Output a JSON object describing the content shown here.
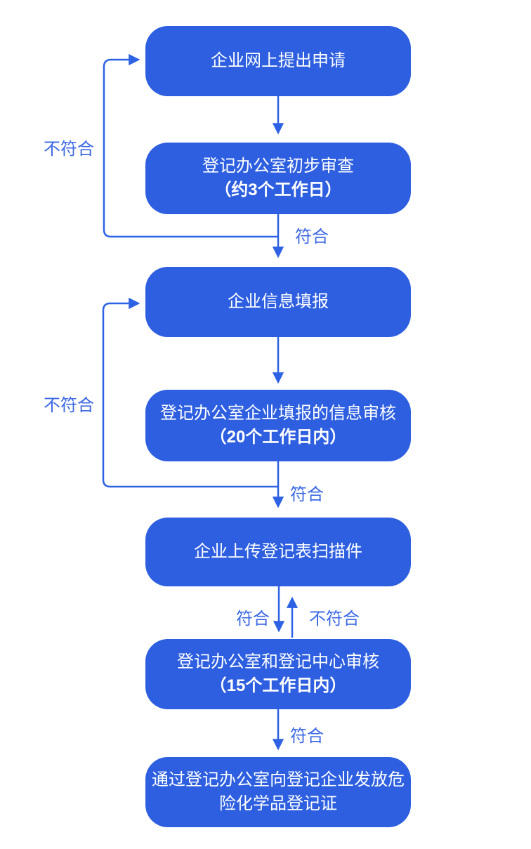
{
  "diagram": {
    "type": "flowchart",
    "direction": "top-down",
    "node_fill": "#2d5fe0",
    "node_text_color": "#ffffff",
    "connector_color": "#2e62e4",
    "label_color": "#3c69e4",
    "background_color": "#ffffff",
    "nodes": [
      {
        "id": "apply",
        "text": "企业网上提出申请"
      },
      {
        "id": "preliminary-review",
        "text": "登记办公室初步审查",
        "subtext": "（约3个工作日）"
      },
      {
        "id": "info-fill",
        "text": "企业信息填报"
      },
      {
        "id": "info-review",
        "text": "登记办公室企业填报的信息审核",
        "subtext": "（20个工作日内）"
      },
      {
        "id": "upload-scan",
        "text": "企业上传登记表扫描件"
      },
      {
        "id": "center-review",
        "text": "登记办公室和登记中心审核",
        "subtext": "（15个工作日内）"
      },
      {
        "id": "issue-cert",
        "text": "通过登记办公室向登记企业发放危险化学品登记证"
      }
    ],
    "edges": [
      {
        "from": "apply",
        "to": "preliminary-review",
        "label": ""
      },
      {
        "from": "preliminary-review",
        "to": "apply",
        "label": "不符合"
      },
      {
        "from": "preliminary-review",
        "to": "info-fill",
        "label": "符合"
      },
      {
        "from": "info-fill",
        "to": "info-review",
        "label": ""
      },
      {
        "from": "info-review",
        "to": "info-fill",
        "label": "不符合"
      },
      {
        "from": "info-review",
        "to": "upload-scan",
        "label": "符合"
      },
      {
        "from": "upload-scan",
        "to": "center-review",
        "label": "符合"
      },
      {
        "from": "center-review",
        "to": "upload-scan",
        "label": "不符合"
      },
      {
        "from": "center-review",
        "to": "issue-cert",
        "label": "符合"
      }
    ]
  }
}
